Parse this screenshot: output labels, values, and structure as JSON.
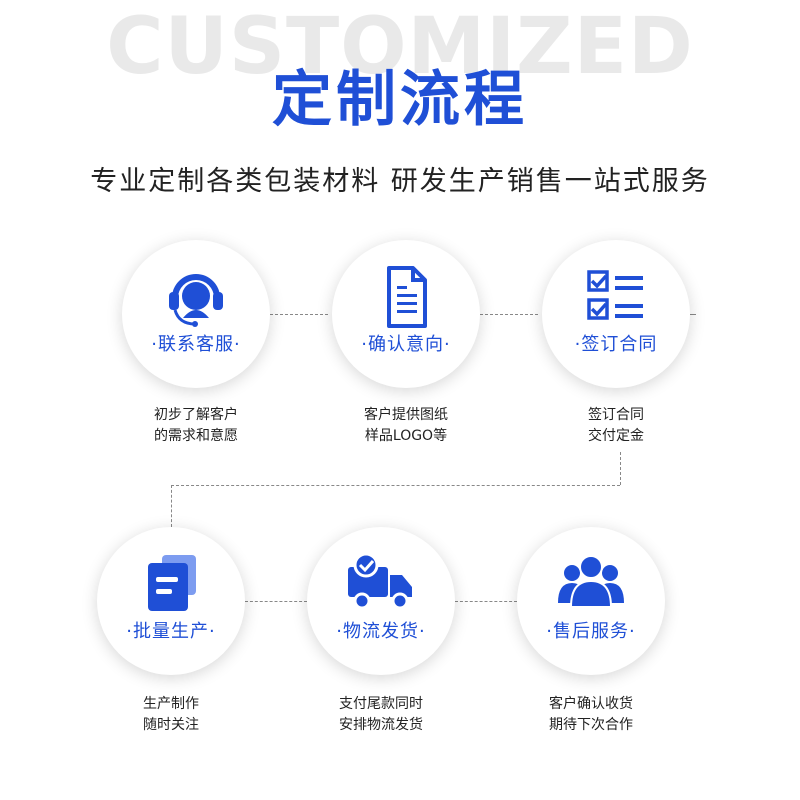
{
  "header": {
    "bg_title": "CUSTOMIZED",
    "title": "定制流程",
    "subtitle": "专业定制各类包装材料  研发生产销售一站式服务"
  },
  "colors": {
    "accent": "#1f4fd6",
    "text": "#222222",
    "watermark": "#e9e9e9"
  },
  "steps": [
    {
      "label": "·联系客服·",
      "icon": "headset-icon",
      "caption": [
        "初步了解客户",
        "的需求和意愿"
      ]
    },
    {
      "label": "·确认意向·",
      "icon": "document-icon",
      "caption": [
        "客户提供图纸",
        "样品LOGO等"
      ]
    },
    {
      "label": "·签订合同",
      "icon": "checklist-icon",
      "caption": [
        "签订合同",
        "交付定金"
      ]
    },
    {
      "label": "·批量生产·",
      "icon": "stack-icon",
      "caption": [
        "生产制作",
        "随时关注"
      ]
    },
    {
      "label": "·物流发货·",
      "icon": "truck-icon",
      "caption": [
        "支付尾款同时",
        "安排物流发货"
      ]
    },
    {
      "label": "·售后服务·",
      "icon": "team-icon",
      "caption": [
        "客户确认收货",
        "期待下次合作"
      ]
    }
  ]
}
